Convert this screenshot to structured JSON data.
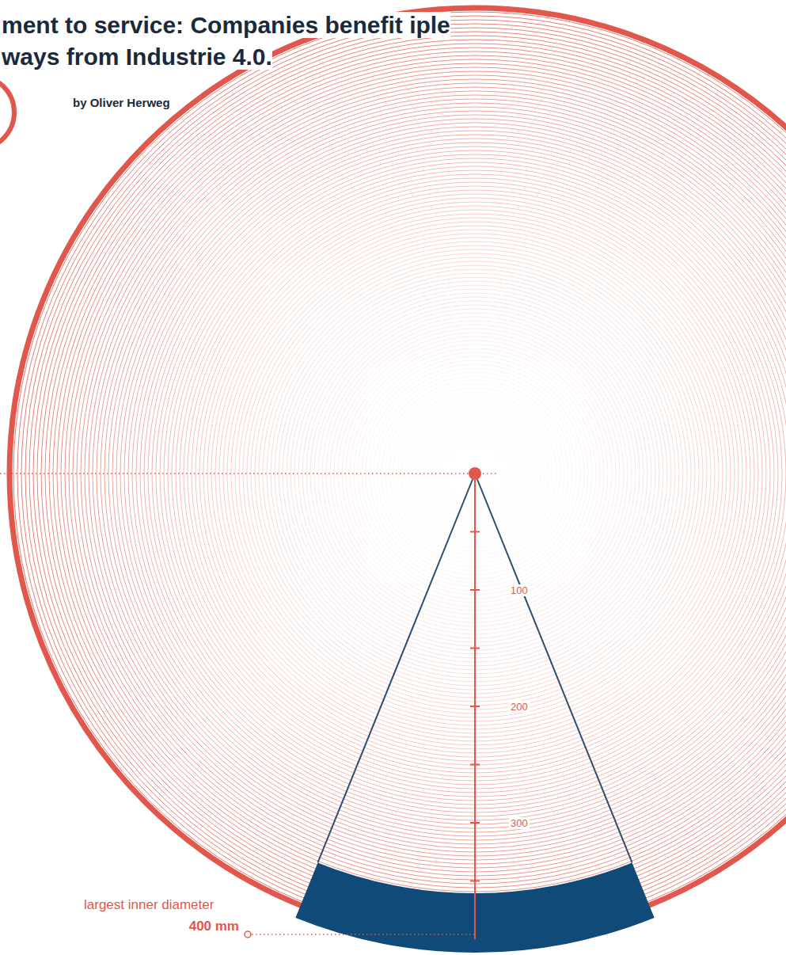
{
  "diagram": {
    "title": "ment to service: Companies benefit iple ways from Industrie 4.0.",
    "labels": [
      "by Oliver Herweg",
      "100",
      "200",
      "300",
      "largest inner diameter",
      "400 mm"
    ]
  }
}
